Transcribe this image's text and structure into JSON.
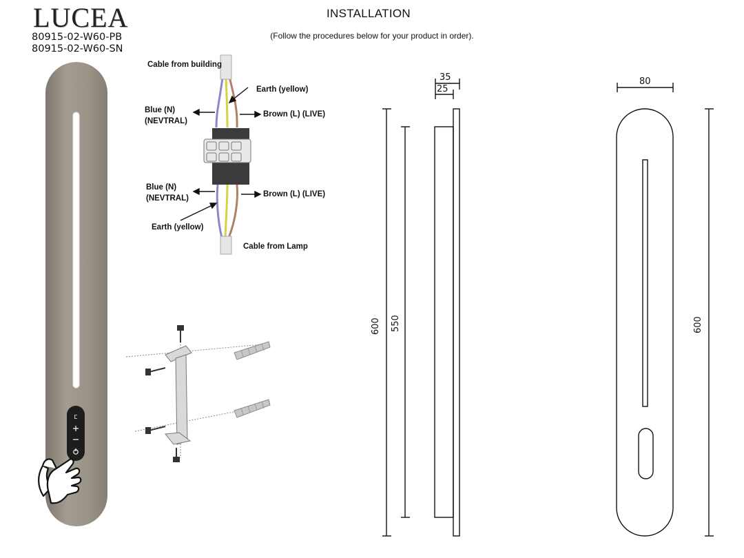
{
  "header": {
    "brand": "LUCEA",
    "models": [
      "80915-02-W60-PB",
      "80915-02-W60-SN"
    ],
    "title": "INSTALLATION",
    "subtitle": "(Follow the procedures below for your product in order)."
  },
  "wiring": {
    "cable_building": "Cable from building",
    "earth_top": "Earth (yellow)",
    "blue_top": "Blue (N)",
    "nevtral_top": "(NEVTRAL)",
    "brown_top": "Brown (L) (LIVE)",
    "blue_bottom": "Blue (N)",
    "nevtral_bottom": "(NEVTRAL)",
    "brown_bottom": "Brown (L) (LIVE)",
    "earth_bottom": "Earth (yellow)",
    "cable_lamp": "Cable from Lamp",
    "colors": {
      "blue": "#8f86c8",
      "brown": "#b07f67",
      "yellow": "#d8d240",
      "green": "#84b95a"
    }
  },
  "control_icons": [
    "mode-icon",
    "plus-icon",
    "minus-icon",
    "power-icon"
  ],
  "side_drawing": {
    "depth_total": "35",
    "depth_body": "25",
    "height_total": "600",
    "height_body": "550"
  },
  "front_drawing": {
    "width": "80",
    "height": "600"
  },
  "colors": {
    "lamp_body": "#9a9388",
    "lamp_edge": "#7d776e",
    "line": "#111111"
  }
}
